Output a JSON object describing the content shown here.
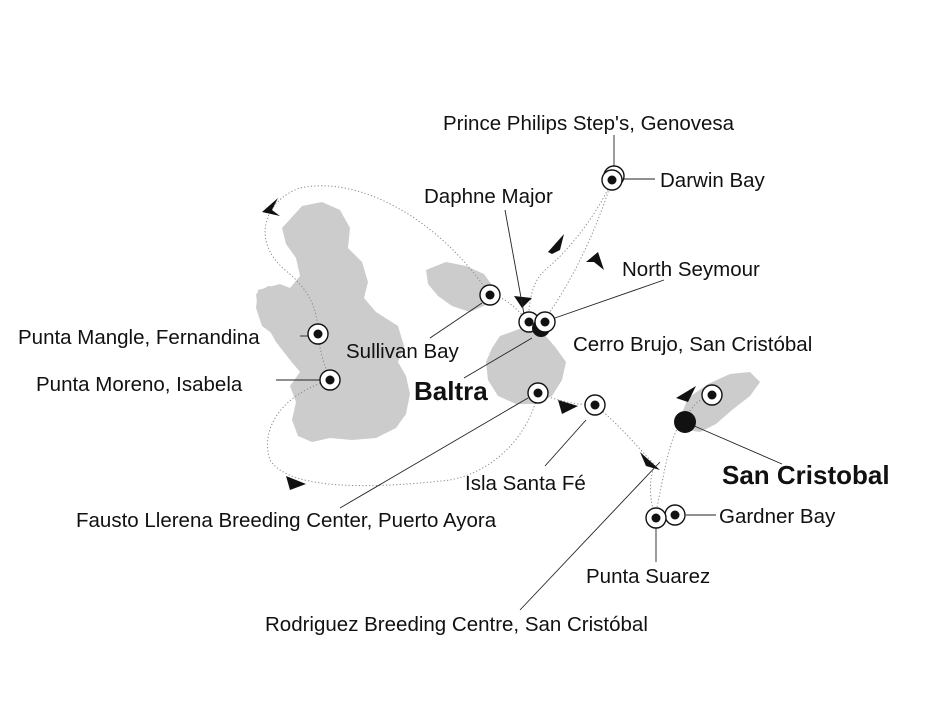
{
  "map": {
    "ports": [
      {
        "id": "baltra",
        "name": "Baltra"
      },
      {
        "id": "san-cristobal",
        "name": "San Cristobal"
      }
    ],
    "stops": [
      {
        "id": "prince-philips",
        "name": "Prince Philips Step's, Genovesa"
      },
      {
        "id": "darwin-bay",
        "name": "Darwin Bay"
      },
      {
        "id": "daphne-major",
        "name": "Daphne Major"
      },
      {
        "id": "north-seymour",
        "name": "North Seymour"
      },
      {
        "id": "sullivan-bay",
        "name": "Sullivan Bay"
      },
      {
        "id": "cerro-brujo",
        "name": "Cerro Brujo, San Cristóbal"
      },
      {
        "id": "punta-mangle",
        "name": "Punta Mangle, Fernandina"
      },
      {
        "id": "punta-moreno",
        "name": "Punta Moreno, Isabela"
      },
      {
        "id": "fausto-llerena",
        "name": "Fausto Llerena Breeding Center, Puerto Ayora"
      },
      {
        "id": "isla-santa-fe",
        "name": "Isla Santa Fé"
      },
      {
        "id": "gardner-bay",
        "name": "Gardner Bay"
      },
      {
        "id": "punta-suarez",
        "name": "Punta Suarez"
      },
      {
        "id": "rodriguez",
        "name": "Rodriguez Breeding Centre, San Cristóbal"
      }
    ],
    "colors": {
      "land": "#cccccc",
      "route": "#888888",
      "ink": "#111111",
      "background": "#ffffff"
    }
  }
}
